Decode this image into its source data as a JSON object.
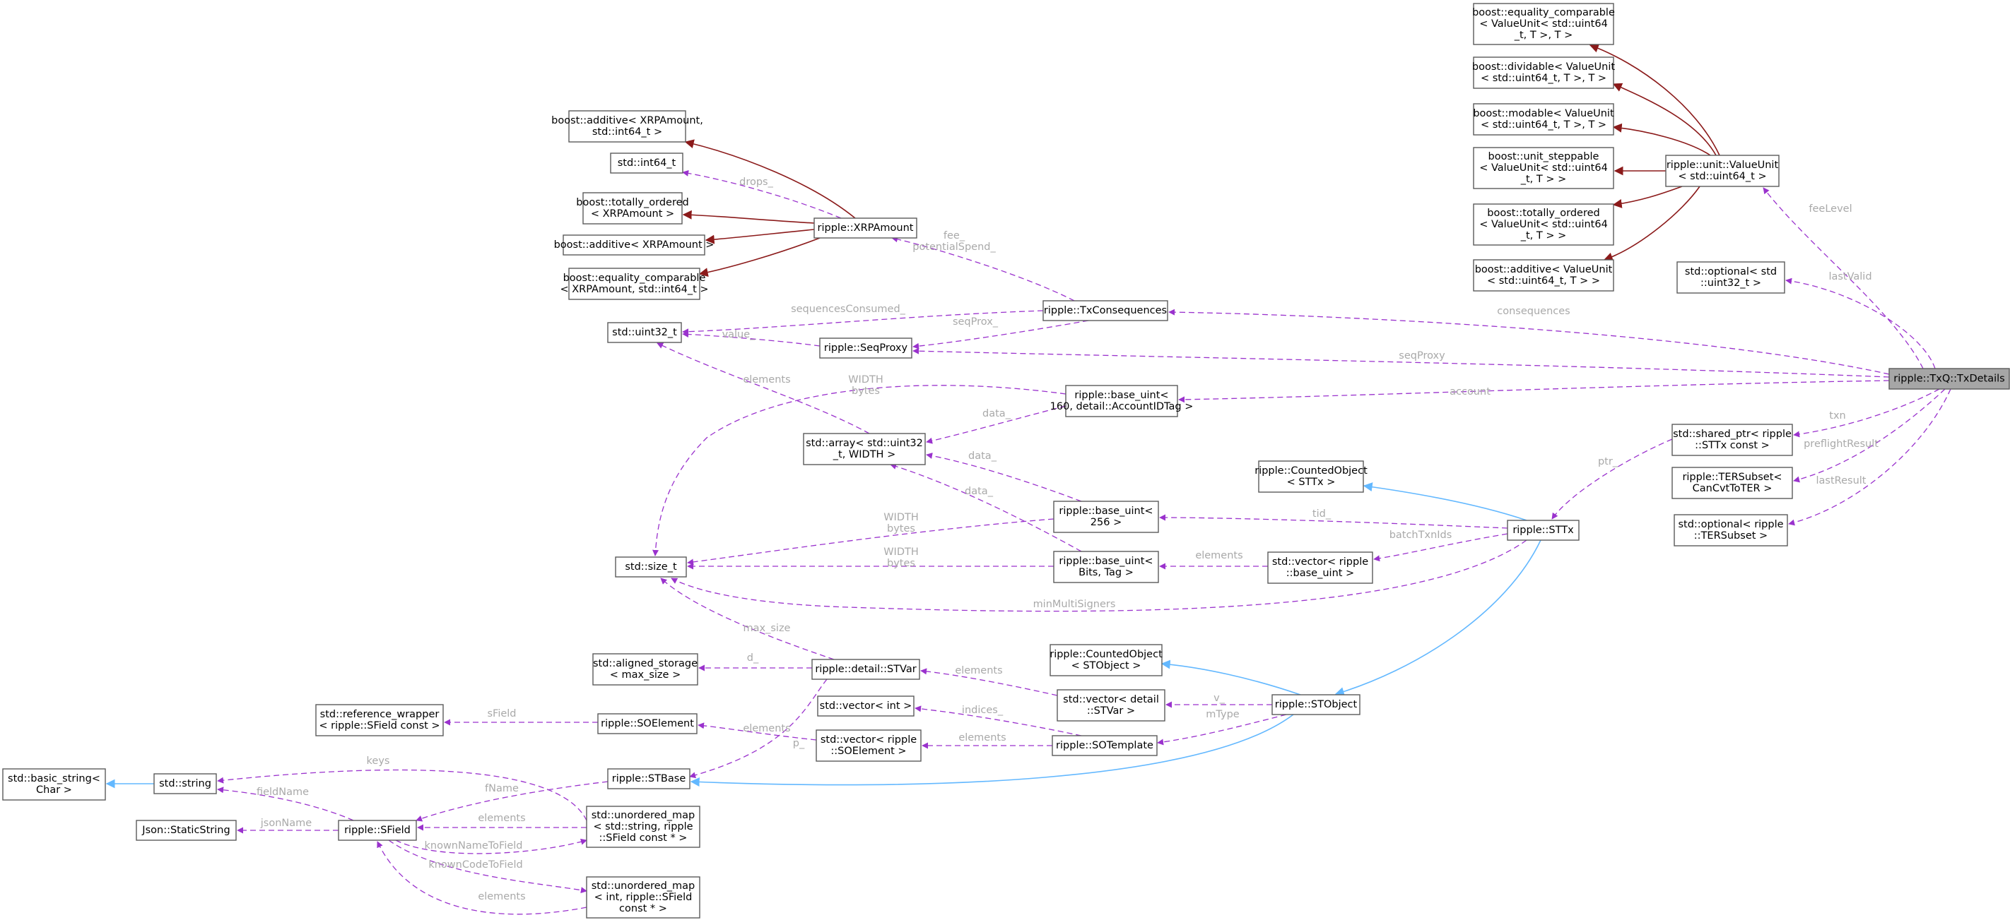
{
  "nodes": {
    "txdetails": {
      "lines": [
        "ripple::TxQ::TxDetails"
      ]
    },
    "eq_vu": {
      "lines": [
        "boost::equality_comparable",
        "< ValueUnit< std::uint64",
        "_t, T >, T >"
      ]
    },
    "div_vu": {
      "lines": [
        "boost::dividable< ValueUnit",
        "< std::uint64_t, T >, T >"
      ]
    },
    "mod_vu": {
      "lines": [
        "boost::modable< ValueUnit",
        "< std::uint64_t, T >, T >"
      ]
    },
    "step_vu": {
      "lines": [
        "boost::unit_steppable",
        "< ValueUnit< std::uint64",
        "_t, T > >"
      ]
    },
    "tot_vu": {
      "lines": [
        "boost::totally_ordered",
        "< ValueUnit< std::uint64",
        "_t, T > >"
      ]
    },
    "add_vu": {
      "lines": [
        "boost::additive< ValueUnit",
        "< std::uint64_t, T > >"
      ]
    },
    "valueunit": {
      "lines": [
        "ripple::unit::ValueUnit",
        "< std::uint64_t >"
      ]
    },
    "opt_u32": {
      "lines": [
        "std::optional< std",
        "::uint32_t >"
      ]
    },
    "add_xrp_i64": {
      "lines": [
        "boost::additive< XRPAmount,",
        "std::int64_t >"
      ]
    },
    "int64": {
      "lines": [
        "std::int64_t"
      ]
    },
    "tot_xrp": {
      "lines": [
        "boost::totally_ordered",
        "< XRPAmount >"
      ]
    },
    "add_xrp": {
      "lines": [
        "boost::additive< XRPAmount >"
      ]
    },
    "eq_xrp": {
      "lines": [
        "boost::equality_comparable",
        "< XRPAmount, std::int64_t >"
      ]
    },
    "xrpamount": {
      "lines": [
        "ripple::XRPAmount"
      ]
    },
    "txcons": {
      "lines": [
        "ripple::TxConsequences"
      ]
    },
    "uint32": {
      "lines": [
        "std::uint32_t"
      ]
    },
    "seqproxy": {
      "lines": [
        "ripple::SeqProxy"
      ]
    },
    "bu160": {
      "lines": [
        "ripple::base_uint<",
        "160, detail::AccountIDTag >"
      ]
    },
    "arr_u32": {
      "lines": [
        "std::array< std::uint32",
        "_t, WIDTH >"
      ]
    },
    "sp_sttx": {
      "lines": [
        "std::shared_ptr< ripple",
        "::STTx const >"
      ]
    },
    "tersub_cvt": {
      "lines": [
        "ripple::TERSubset<",
        "CanCvtToTER >"
      ]
    },
    "opt_ter": {
      "lines": [
        "std::optional< ripple",
        "::TERSubset >"
      ]
    },
    "co_sttx": {
      "lines": [
        "ripple::CountedObject",
        "< STTx >"
      ]
    },
    "bu256": {
      "lines": [
        "ripple::base_uint<",
        "256 >"
      ]
    },
    "sttx": {
      "lines": [
        "ripple::STTx"
      ]
    },
    "sizet": {
      "lines": [
        "std::size_t"
      ]
    },
    "bubits": {
      "lines": [
        "ripple::base_uint<",
        "Bits, Tag >"
      ]
    },
    "vec_bu": {
      "lines": [
        "std::vector< ripple",
        "::base_uint >"
      ]
    },
    "aligned": {
      "lines": [
        "std::aligned_storage",
        "< max_size >"
      ]
    },
    "stvar": {
      "lines": [
        "ripple::detail::STVar"
      ]
    },
    "co_stobj": {
      "lines": [
        "ripple::CountedObject",
        "< STObject >"
      ]
    },
    "vec_stvar": {
      "lines": [
        "std::vector< detail",
        "::STVar >"
      ]
    },
    "stobject": {
      "lines": [
        "ripple::STObject"
      ]
    },
    "refwrap": {
      "lines": [
        "std::reference_wrapper",
        "< ripple::SField const >"
      ]
    },
    "soelement": {
      "lines": [
        "ripple::SOElement"
      ]
    },
    "vec_int": {
      "lines": [
        "std::vector< int >"
      ]
    },
    "vec_soe": {
      "lines": [
        "std::vector< ripple",
        "::SOElement >"
      ]
    },
    "sotemplate": {
      "lines": [
        "ripple::SOTemplate"
      ]
    },
    "basic_string": {
      "lines": [
        "std::basic_string<",
        "Char >"
      ]
    },
    "string": {
      "lines": [
        "std::string"
      ]
    },
    "stbase": {
      "lines": [
        "ripple::STBase"
      ]
    },
    "jsonstatic": {
      "lines": [
        "Json::StaticString"
      ]
    },
    "sfield": {
      "lines": [
        "ripple::SField"
      ]
    },
    "umap_str": {
      "lines": [
        "std::unordered_map",
        "< std::string, ripple",
        "::SField const * >"
      ]
    },
    "umap_int": {
      "lines": [
        "std::unordered_map",
        "< int, ripple::SField",
        "const * >"
      ]
    }
  },
  "edge_labels": {
    "feeLevel": [
      "feeLevel"
    ],
    "lastValid": [
      "lastValid"
    ],
    "consequences": [
      "consequences"
    ],
    "seqProxy": [
      "seqProxy"
    ],
    "account": [
      "account"
    ],
    "txn": [
      "txn"
    ],
    "preflightResult": [
      "preflightResult"
    ],
    "lastResult": [
      "lastResult"
    ],
    "ptr": [
      "ptr_"
    ],
    "drops": [
      "drops_"
    ],
    "fee_ps": [
      "fee_",
      "potentialSpend_"
    ],
    "seqsConsumed": [
      "sequencesConsumed_"
    ],
    "seqProx": [
      "seqProx_"
    ],
    "value": [
      "value_"
    ],
    "elements_arr": [
      "elements"
    ],
    "width_bytes_160": [
      "WIDTH",
      "bytes"
    ],
    "data_160": [
      "data_"
    ],
    "data_256": [
      "data_"
    ],
    "data_bits": [
      "data_"
    ],
    "width_bytes_256": [
      "WIDTH",
      "bytes"
    ],
    "width_bytes_bits": [
      "WIDTH",
      "bytes"
    ],
    "tid": [
      "tid_"
    ],
    "batchTxnIds": [
      "batchTxnIds"
    ],
    "elements_vecbu": [
      "elements"
    ],
    "minMultiSigners": [
      "minMultiSigners"
    ],
    "max_size": [
      "max_size"
    ],
    "d": [
      "d_"
    ],
    "elements_vecstvar": [
      "elements"
    ],
    "v": [
      "v_"
    ],
    "mType": [
      "mType"
    ],
    "indices": [
      "indices_"
    ],
    "elements_vecsoe": [
      "elements"
    ],
    "elements_soe": [
      "elements"
    ],
    "sField": [
      "sField"
    ],
    "p": [
      "p_"
    ],
    "keys": [
      "keys"
    ],
    "fName": [
      "fName"
    ],
    "fieldName": [
      "fieldName"
    ],
    "jsonName": [
      "jsonName"
    ],
    "elements_umapstr": [
      "elements"
    ],
    "knownNameToField": [
      "knownNameToField"
    ],
    "knownCodeToField": [
      "knownCodeToField"
    ],
    "elements_umapint": [
      "elements"
    ]
  },
  "colors": {
    "usage_edge": "#9a32cd",
    "inheritance_edge": "#63b8ff",
    "template_edge": "#8b1a1a",
    "root_fill": "#a6a6a6",
    "label_text": "#a9a9a9"
  }
}
